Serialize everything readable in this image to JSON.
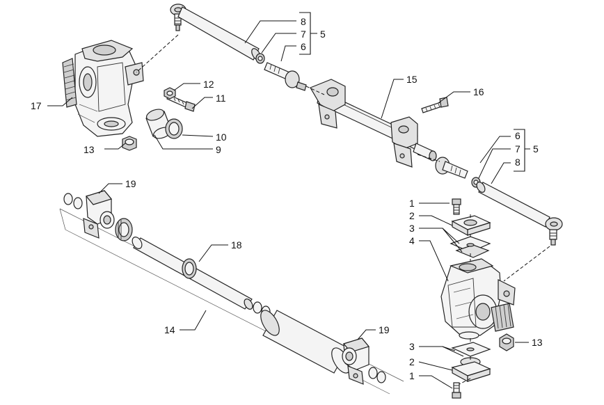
{
  "callouts": {
    "c1_top": "1",
    "c1_bottom": "1",
    "c2_top": "2",
    "c2_bottom": "2",
    "c3_top": "3",
    "c3_bottom": "3",
    "c4": "4",
    "c5_top": "5",
    "c5_right": "5",
    "c6_top": "6",
    "c6_right": "6",
    "c7_top": "7",
    "c7_right": "7",
    "c8_top": "8",
    "c8_right": "8",
    "c9": "9",
    "c10": "10",
    "c11": "11",
    "c12": "12",
    "c13_left": "13",
    "c13_right": "13",
    "c14": "14",
    "c15": "15",
    "c16": "16",
    "c17": "17",
    "c18": "18",
    "c19_top": "19",
    "c19_bottom": "19"
  }
}
